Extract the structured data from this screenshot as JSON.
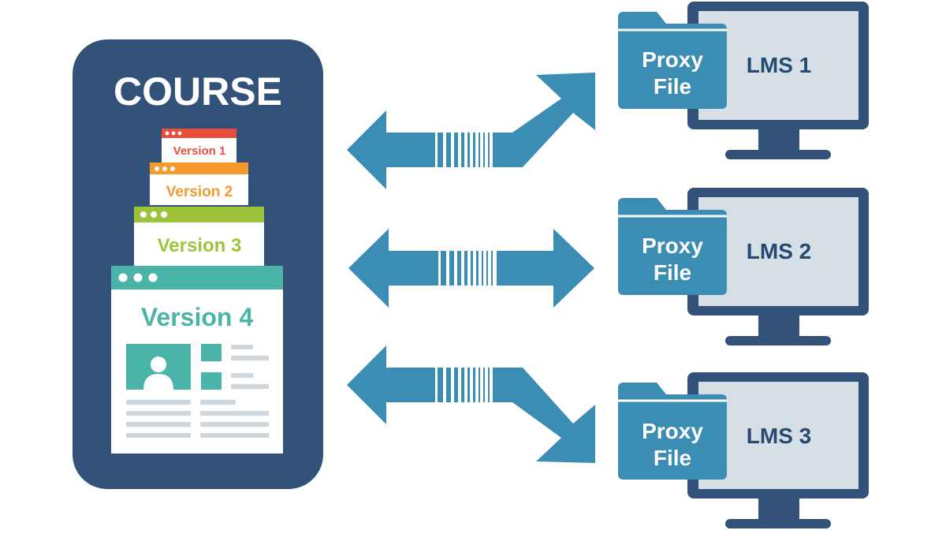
{
  "course": {
    "title": "COURSE",
    "versions": [
      {
        "label": "Version 1",
        "color": "#e94e3d"
      },
      {
        "label": "Version 2",
        "color": "#f59a2f"
      },
      {
        "label": "Version 3",
        "color": "#9dc33b"
      },
      {
        "label": "Version 4",
        "color": "#4bb4a9"
      }
    ]
  },
  "lms_targets": [
    {
      "proxy_line1": "Proxy",
      "proxy_line2": "File",
      "name": "LMS 1"
    },
    {
      "proxy_line1": "Proxy",
      "proxy_line2": "File",
      "name": "LMS 2"
    },
    {
      "proxy_line1": "Proxy",
      "proxy_line2": "File",
      "name": "LMS 3"
    }
  ],
  "colors": {
    "course_panel": "#33527a",
    "arrow": "#3b8db3",
    "monitor_frame": "#33527a",
    "monitor_screen": "#d6dee6",
    "folder": "#3b8db3",
    "lms_text": "#244a72"
  }
}
